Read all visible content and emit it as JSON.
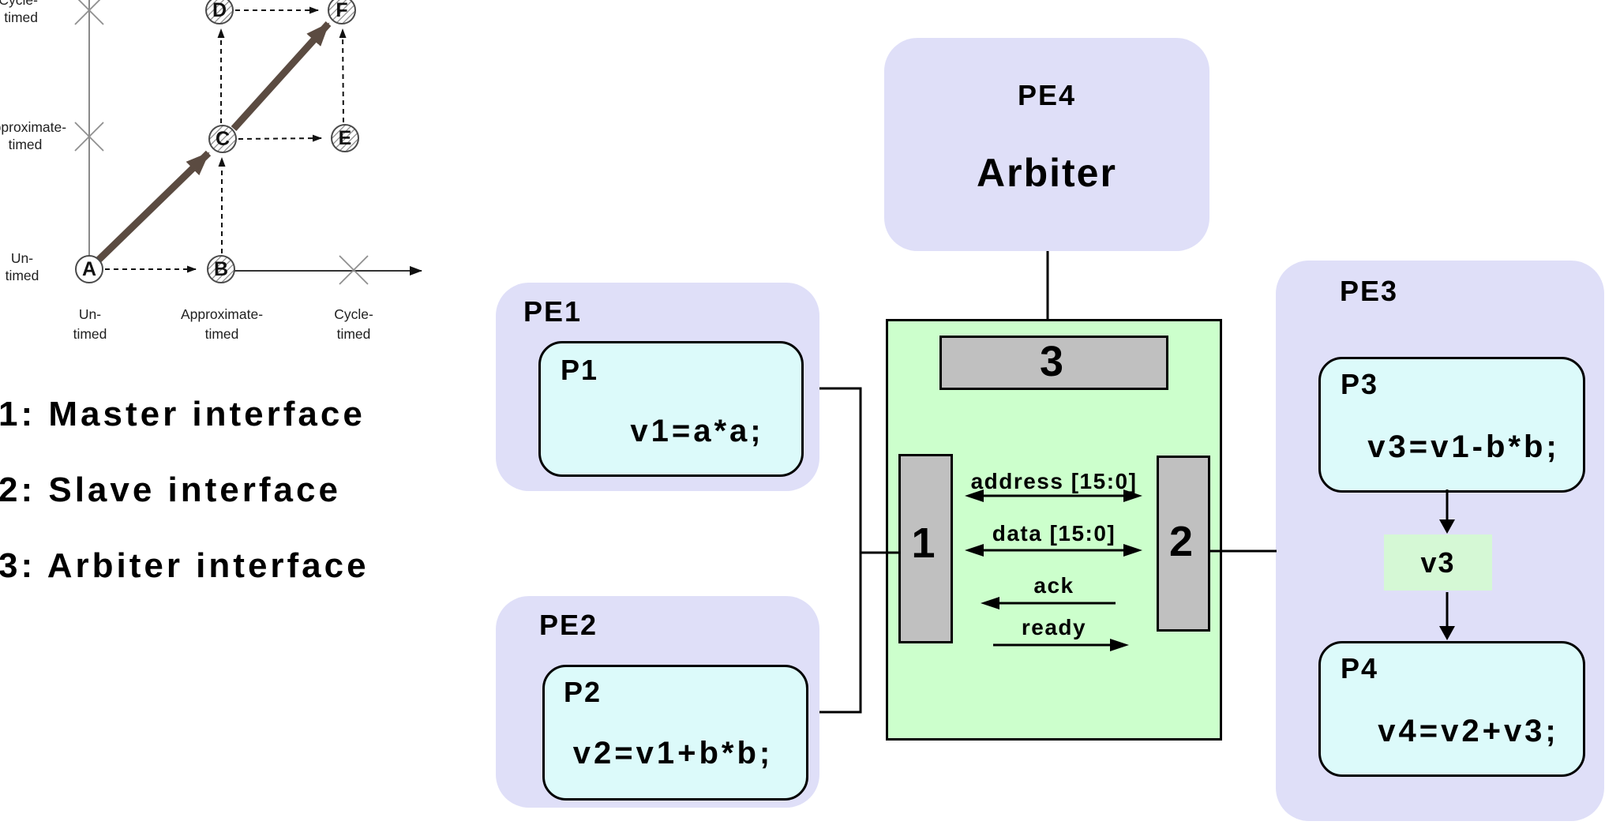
{
  "graph": {
    "nodes": [
      "A",
      "B",
      "C",
      "D",
      "E",
      "F"
    ],
    "hatched_nodes": [
      "B",
      "C",
      "D",
      "E",
      "F"
    ],
    "y_axis": [
      [
        "Cycle-",
        "timed"
      ],
      [
        "Approximate-",
        "timed"
      ],
      [
        "Un-",
        "timed"
      ]
    ],
    "x_axis": [
      [
        "Un-",
        "timed"
      ],
      [
        "Approximate-",
        "timed"
      ],
      [
        "Cycle-",
        "timed"
      ]
    ],
    "dashed_edges": [
      "A→B",
      "B→C",
      "C→D",
      "C→E",
      "D→F",
      "E→F"
    ],
    "flow_path": [
      "A",
      "C",
      "F"
    ]
  },
  "legend": {
    "items": [
      "1: Master interface",
      "2: Slave interface",
      "3: Arbiter interface"
    ]
  },
  "pe1": {
    "title": "PE1",
    "process": "P1",
    "code": "v1=a*a;"
  },
  "pe2": {
    "title": "PE2",
    "process": "P2",
    "code": "v2=v1+b*b;"
  },
  "pe3": {
    "title": "PE3",
    "process_top": "P3",
    "code_top": "v3=v1-b*b;",
    "variable": "v3",
    "process_bottom": "P4",
    "code_bottom": "v4=v2+v3;"
  },
  "pe4": {
    "title": "PE4",
    "role": "Arbiter"
  },
  "bus": {
    "arbiter_if": "3",
    "master_if": "1",
    "slave_if": "2",
    "signals": [
      {
        "label": "address [15:0]",
        "direction": "both"
      },
      {
        "label": "data [15:0]",
        "direction": "both"
      },
      {
        "label": "ack",
        "direction": "left"
      },
      {
        "label": "ready",
        "direction": "right"
      }
    ]
  },
  "colors": {
    "pe_fill": "#dfdff8",
    "process_fill": "#dcfafa",
    "bus_fill": "#ccffcc",
    "var_fill": "#d5f8d5",
    "interface_fill": "#c0c0c0",
    "flow_arrow": "#5b4b41"
  }
}
